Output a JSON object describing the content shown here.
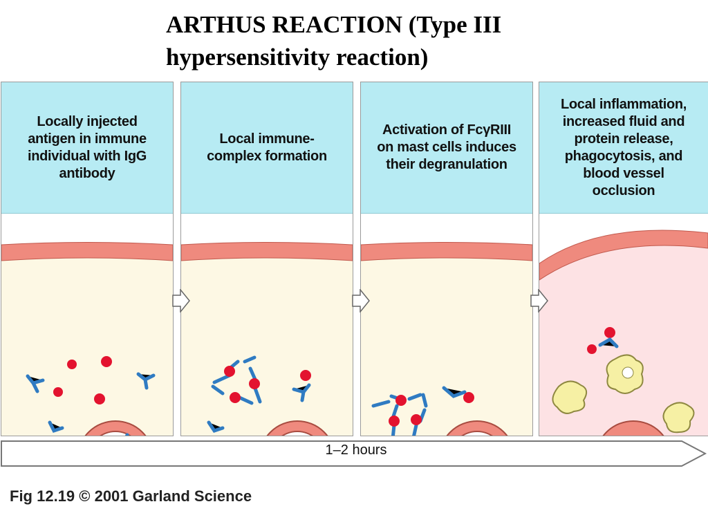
{
  "title": "ARTHUS REACTION (Type III hypersensitivity reaction)",
  "panels": [
    {
      "caption": "Locally injected\nantigen in immune\nindividual with IgG\nantibody"
    },
    {
      "caption": "Local immune-\ncomplex formation"
    },
    {
      "caption": "Activation of FcγRIII\non mast cells induces\ntheir degranulation"
    },
    {
      "caption": "Local inflammation,\nincreased fluid and\nprotein release,\nphagocytosis, and\nblood vessel\nocclusion"
    }
  ],
  "timeline": {
    "label": "1–2 hours"
  },
  "figure_credit": "Fig 12.19  © 2001 Garland Science",
  "colors": {
    "caption_bg": "#b7ebf3",
    "tissue_bg": "#fdf8e4",
    "inflamed_bg": "#fde2e4",
    "epithelium": "#ef8a7e",
    "antigen": "#e3132f",
    "antibody": "#2f7bc2",
    "mast_cell": "#f6f0a4",
    "granule": "#3f45a8"
  }
}
